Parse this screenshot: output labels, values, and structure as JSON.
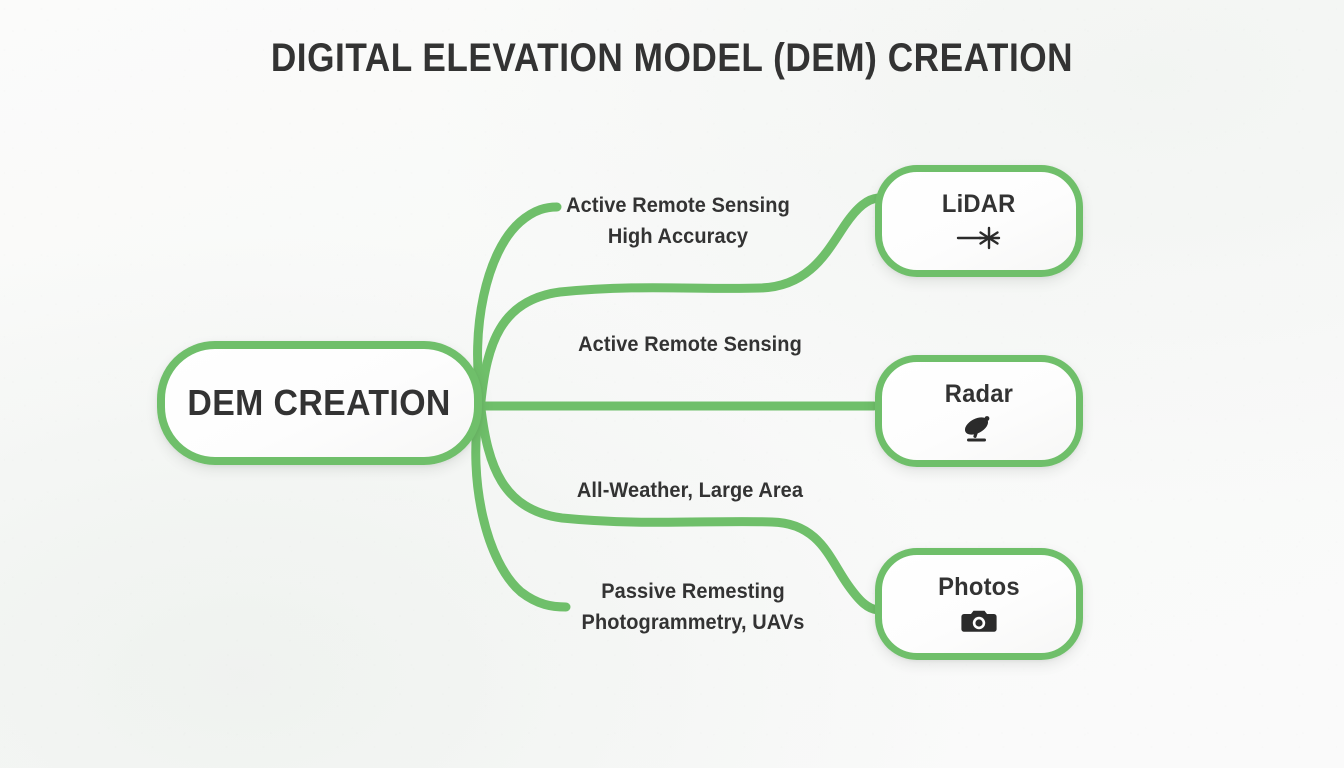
{
  "page": {
    "title": "DIGITAL ELEVATION MODEL (DEM) CREATION",
    "background_color": "#fafafa",
    "accent_color": "#6fbf6a",
    "text_color": "#333333"
  },
  "mindmap": {
    "center": {
      "label": "DEM CREATION"
    },
    "branches": [
      {
        "id": "lidar",
        "node_label": "LiDAR",
        "icon": "laser-beam-icon",
        "edge_label_lines": [
          "Active Remote Sensing",
          "High Accuracy"
        ],
        "edge_label_line1": "Active Remote Sensing",
        "edge_label_line2": "High Accuracy"
      },
      {
        "id": "radar",
        "node_label": "Radar",
        "icon": "satellite-dish-icon",
        "edge_label_lines": [
          "Active Remote Sensing"
        ],
        "edge_label_line1": "Active Remote Sensing",
        "edge_label_line2": ""
      },
      {
        "id": "photos",
        "node_label": "Photos",
        "icon": "camera-icon",
        "edge_label_lines": [
          "All-Weather, Large Area"
        ],
        "edge_label_line1": "All-Weather, Large Area",
        "edge_label_line2": ""
      },
      {
        "id": "photogrammetry",
        "node_label": "",
        "icon": "",
        "edge_label_lines": [
          "Passive Remesting",
          "Photogrammetry, UAVs"
        ],
        "edge_label_line1": "Passive Remesting",
        "edge_label_line2": "Photogrammetry, UAVs"
      }
    ]
  }
}
